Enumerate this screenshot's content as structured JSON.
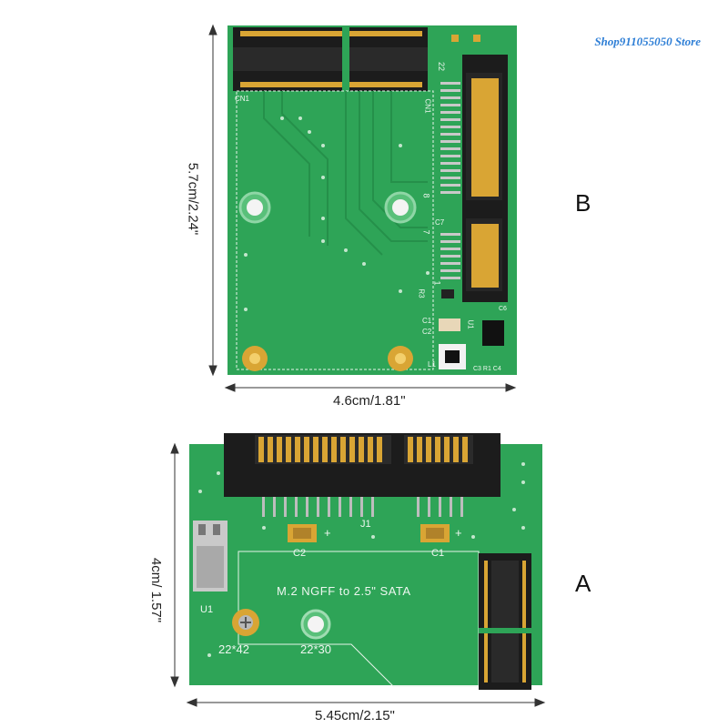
{
  "watermark": "Shop911055050 Store",
  "board_b": {
    "letter": "B",
    "height_label": "5.7cm/2.24\"",
    "width_label": "4.6cm/1.81\"",
    "silkscreen": {
      "cn1_top": "CN1",
      "cn1_side": "CN1",
      "pin_22": "22",
      "pin_8": "8",
      "pin_7": "7",
      "pin_1": "1",
      "c7": "C7",
      "r3": "R3",
      "c1": "C1",
      "c2": "C2",
      "u1": "U1",
      "l1": "L1",
      "c6": "C6",
      "c3": "C3 R1 C4"
    }
  },
  "board_a": {
    "letter": "A",
    "height_label": "4cm/ 1.57\"",
    "width_label": "5.45cm/2.15\"",
    "title": "M.2  NGFF  to  2.5\"    SATA",
    "silkscreen": {
      "j1": "J1",
      "c2": "C2",
      "c1": "C1",
      "u1": "U1",
      "hole_22x42": "22*42",
      "hole_22x30": "22*30",
      "plus_c2": "+",
      "plus_c1": "+"
    }
  },
  "colors": {
    "pcb": "#2ea457",
    "gold": "#d9a534",
    "connector": "#1f1f1f",
    "watermark": "#2f7fd6"
  }
}
